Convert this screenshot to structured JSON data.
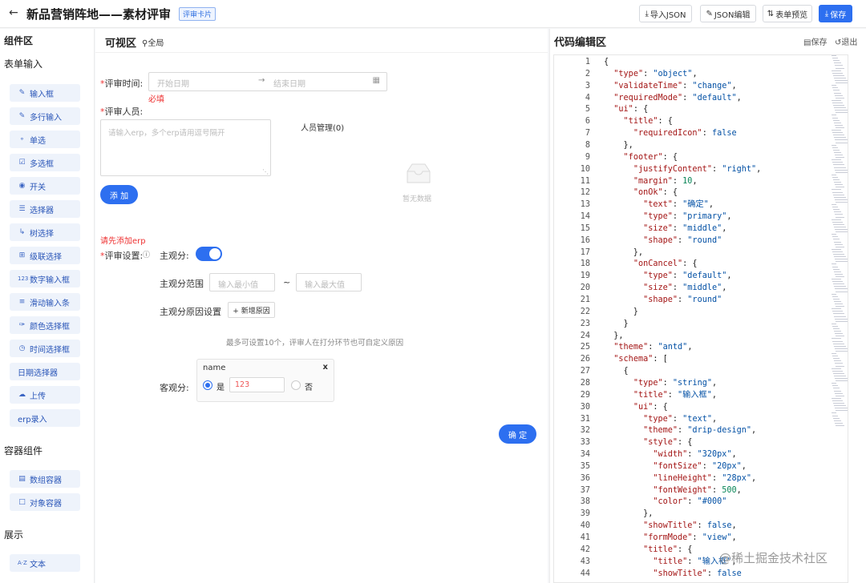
{
  "header": {
    "back_icon": "arrow-left-icon",
    "title": "新品营销阵地——素材评审",
    "badge": "评审卡片",
    "buttons": [
      {
        "icon": "download-icon",
        "label": "导入JSON"
      },
      {
        "icon": "edit-icon",
        "label": "JSON编辑"
      },
      {
        "icon": "expand-icon",
        "label": "表单预览"
      },
      {
        "icon": "save-icon",
        "label": "保存"
      }
    ]
  },
  "left": {
    "title": "组件区",
    "form_group": "表单输入",
    "form_items": [
      {
        "icon": "edit-icon",
        "label": "输入框"
      },
      {
        "icon": "edit-icon",
        "label": "多行输入"
      },
      {
        "icon": "radio-icon",
        "label": "单选"
      },
      {
        "icon": "checkbox-icon",
        "label": "多选框"
      },
      {
        "icon": "switch-icon",
        "label": "开关"
      },
      {
        "icon": "list-icon",
        "label": "选择器"
      },
      {
        "icon": "tree-icon",
        "label": "树选择"
      },
      {
        "icon": "cascade-icon",
        "label": "级联选择"
      },
      {
        "icon": "number-icon",
        "label": "数字输入框"
      },
      {
        "icon": "slider-icon",
        "label": "滑动输入条"
      },
      {
        "icon": "color-icon",
        "label": "颜色选择框"
      },
      {
        "icon": "clock-icon",
        "label": "时间选择框"
      },
      {
        "icon": "",
        "label": "日期选择器"
      },
      {
        "icon": "upload-icon",
        "label": "上传"
      },
      {
        "icon": "",
        "label": "erp录入"
      }
    ],
    "container_group": "容器组件",
    "container_items": [
      {
        "icon": "array-icon",
        "label": "数组容器"
      },
      {
        "icon": "object-icon",
        "label": "对象容器"
      }
    ],
    "display_group": "展示",
    "display_items": [
      {
        "icon": "text-icon",
        "label": "文本"
      }
    ]
  },
  "mid": {
    "title": "可视区",
    "scope_icon": "location-icon",
    "scope": "全局",
    "review_time_label": "评审时间:",
    "start_placeholder": "开始日期",
    "end_placeholder": "结束日期",
    "required_msg": "必填",
    "reviewer_label": "评审人员:",
    "reviewer_placeholder": "请输入erp，多个erp请用逗号隔开",
    "people_mgmt": "人员管理(0)",
    "add_button": "添 加",
    "empty_text": "暂无数据",
    "erp_warning": "请先添加erp",
    "settings_label": "评审设置:",
    "subjective_label": "主观分:",
    "subjective_range_label": "主观分范围",
    "min_placeholder": "输入最小值",
    "max_placeholder": "输入最大值",
    "range_sep": "~",
    "reason_label": "主观分原因设置",
    "add_reason_button": "+ 新增原因",
    "hint": "最多可设置10个，评审人在打分环节也可自定义原因",
    "objective_label": "客观分:",
    "objective_card": {
      "name": "name",
      "close": "x",
      "yes_label": "是",
      "yes_value": "123",
      "no_label": "否"
    },
    "confirm_button": "确 定"
  },
  "right": {
    "title": "代码编辑区",
    "save": "保存",
    "exit": "退出"
  },
  "code_lines": [
    "{",
    "  \"type\": \"object\",",
    "  \"validateTime\": \"change\",",
    "  \"requiredMode\": \"default\",",
    "  \"ui\": {",
    "    \"title\": {",
    "      \"requiredIcon\": false",
    "    },",
    "    \"footer\": {",
    "      \"justifyContent\": \"right\",",
    "      \"margin\": 10,",
    "      \"onOk\": {",
    "        \"text\": \"确定\",",
    "        \"type\": \"primary\",",
    "        \"size\": \"middle\",",
    "        \"shape\": \"round\"",
    "      },",
    "      \"onCancel\": {",
    "        \"type\": \"default\",",
    "        \"size\": \"middle\",",
    "        \"shape\": \"round\"",
    "      }",
    "    }",
    "  },",
    "  \"theme\": \"antd\",",
    "  \"schema\": [",
    "    {",
    "      \"type\": \"string\",",
    "      \"title\": \"输入框\",",
    "      \"ui\": {",
    "        \"type\": \"text\",",
    "        \"theme\": \"drip-design\",",
    "        \"style\": {",
    "          \"width\": \"320px\",",
    "          \"fontSize\": \"20px\",",
    "          \"lineHeight\": \"28px\",",
    "          \"fontWeight\": 500,",
    "          \"color\": \"#000\"",
    "        },",
    "        \"showTitle\": false,",
    "        \"formMode\": \"view\",",
    "        \"title\": {",
    "          \"title\": \"输入框\",",
    "          \"showTitle\": false"
  ],
  "watermark": "@稀土掘金技术社区",
  "colors": {
    "accent": "#2d6ff0",
    "error": "#e33333",
    "key": "#a31515",
    "string": "#0451a5",
    "number": "#098658"
  }
}
